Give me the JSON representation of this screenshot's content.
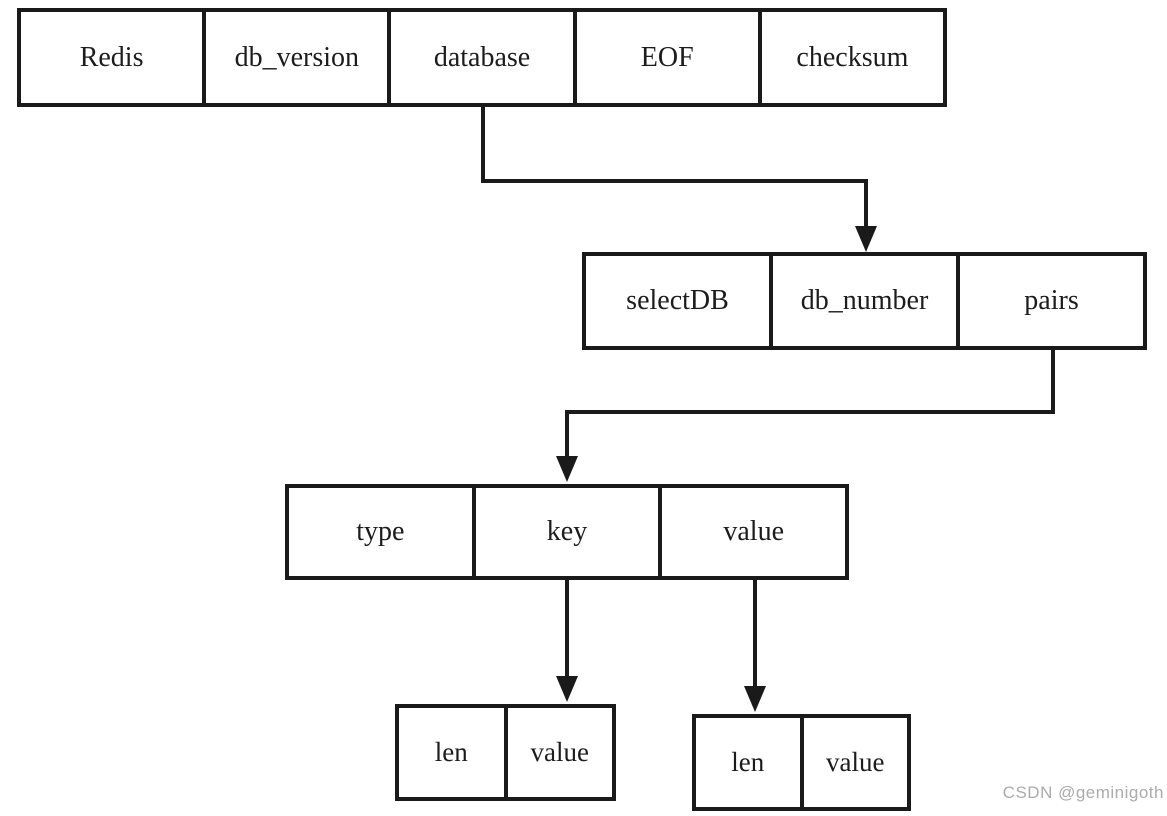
{
  "diagram": {
    "background_color": "#ffffff",
    "line_color": "#1a1a1a",
    "text_color": "#1c1c1c",
    "rows": {
      "rdb_file": {
        "cells": [
          "Redis",
          "db_version",
          "database",
          "EOF",
          "checksum"
        ]
      },
      "database_block": {
        "cells": [
          "selectDB",
          "db_number",
          "pairs"
        ]
      },
      "key_value_pair": {
        "cells": [
          "type",
          "key",
          "value"
        ]
      },
      "key_string": {
        "cells": [
          "len",
          "value"
        ]
      },
      "value_string": {
        "cells": [
          "len",
          "value"
        ]
      }
    },
    "connectors": [
      {
        "from": "database",
        "to": "database_block"
      },
      {
        "from": "pairs",
        "to": "key_value_pair"
      },
      {
        "from": "key",
        "to": "key_string"
      },
      {
        "from": "value",
        "to": "value_string"
      }
    ]
  },
  "watermark": {
    "text": "CSDN @geminigoth",
    "color": "#ababab"
  }
}
